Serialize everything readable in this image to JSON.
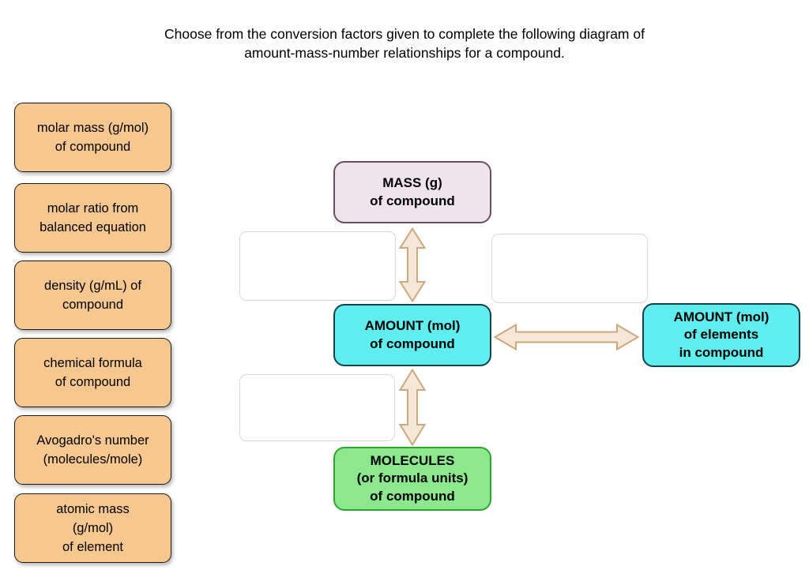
{
  "title": {
    "line1": "Choose from the conversion factors given to complete the following diagram of",
    "line2": "amount-mass-number relationships for a compound."
  },
  "choices": [
    {
      "label": "molar mass (g/mol)\nof compound"
    },
    {
      "label": "molar ratio from\nbalanced equation"
    },
    {
      "label": "density (g/mL) of\ncompound"
    },
    {
      "label": "chemical formula\nof compound"
    },
    {
      "label": "Avogadro's number\n(molecules/mole)"
    },
    {
      "label": "atomic mass\n(g/mol)\nof element"
    }
  ],
  "diagram": {
    "nodes": {
      "mass": {
        "label": "MASS (g)\nof compound"
      },
      "amount_compound": {
        "label": "AMOUNT (mol)\nof compound"
      },
      "amount_elements": {
        "label": "AMOUNT (mol)\nof elements\nin compound"
      },
      "molecules": {
        "label": "MOLECULES\n(or formula units)\nof compound"
      }
    },
    "dropzones": [
      {
        "name": "between mass and amount of compound",
        "value": ""
      },
      {
        "name": "right of mass, above amount of elements",
        "value": ""
      },
      {
        "name": "between amount of compound and molecules",
        "value": ""
      }
    ],
    "arrows": [
      {
        "name": "mass to amount of compound",
        "direction": "vertical-double"
      },
      {
        "name": "amount of compound to amount of elements",
        "direction": "horizontal-double"
      },
      {
        "name": "amount of compound to molecules",
        "direction": "vertical-double"
      }
    ]
  },
  "colors": {
    "choice_fill": "#f6c78e",
    "choice_border": "#1a1a1a",
    "mass_fill": "#efe4eb",
    "mass_border": "#6c4d62",
    "amount_fill": "#5feded",
    "amount_border": "#15404f",
    "molecules_fill": "#8ce88c",
    "molecules_border": "#2da52d",
    "arrow_fill": "#f4e7d7",
    "arrow_stroke": "#cda77d",
    "dropzone_border": "#d8d8d8",
    "background": "#ffffff"
  }
}
